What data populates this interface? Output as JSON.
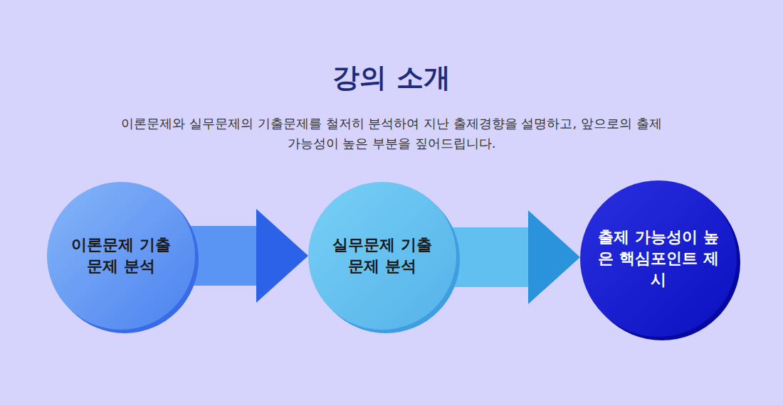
{
  "diagram": {
    "title": "강의 소개",
    "caption": "이론문제와 실무문제의 기출문제를 철저히 분석하여 지난 출제경향을 설명하고, 앞으로의 출제 가능성이 높은 부분을 짚어드립니다.",
    "nodes": [
      {
        "text": [
          "이론문제 기출문제 분석"
        ]
      },
      {
        "text": [
          "실무문제 기출문제 분석"
        ]
      },
      {
        "text": [
          "출제 가능성이 높은 핵심포인트 제시"
        ]
      }
    ],
    "edges": [
      {
        "from": 0,
        "to": 1,
        "arrow": "to"
      },
      {
        "from": 1,
        "to": 2,
        "arrow": "to"
      }
    ]
  }
}
